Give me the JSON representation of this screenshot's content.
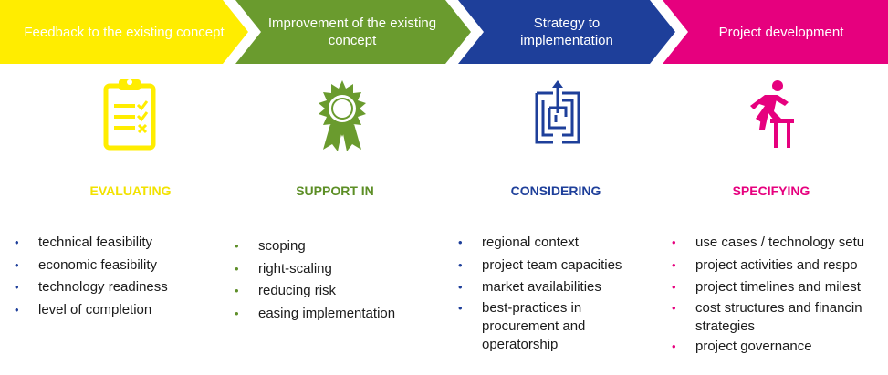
{
  "steps": [
    {
      "title": "Feedback to the existing concept",
      "heading": "EVALUATING",
      "items": [
        "technical feasibility",
        "economic feasibility",
        "technology readiness",
        "level of completion"
      ],
      "color": "#ffed00",
      "heading_color": "#f2e200",
      "icon": "clipboard-checklist-icon"
    },
    {
      "title": "Improvement of the existing concept",
      "heading": "SUPPORT IN",
      "items": [
        "scoping",
        "right-scaling",
        "reducing risk",
        "easing implementation"
      ],
      "color": "#6a9b2e",
      "heading_color": "#5c8e25",
      "icon": "award-badge-icon"
    },
    {
      "title": "Strategy to implementation",
      "heading": "CONSIDERING",
      "items": [
        "regional context",
        "project team capacities",
        "market availabilities",
        "best-practices in procurement and operatorship"
      ],
      "color": "#1e3f9a",
      "heading_color": "#1e3f9a",
      "icon": "maze-icon"
    },
    {
      "title": "Project development",
      "heading": "SPECIFYING",
      "items": [
        "use cases / technology setu",
        "project activities and respo",
        "project timelines and milest",
        "cost structures and financin strategies",
        "project governance"
      ],
      "color": "#e6007e",
      "heading_color": "#e6007e",
      "icon": "hurdle-runner-icon"
    }
  ]
}
